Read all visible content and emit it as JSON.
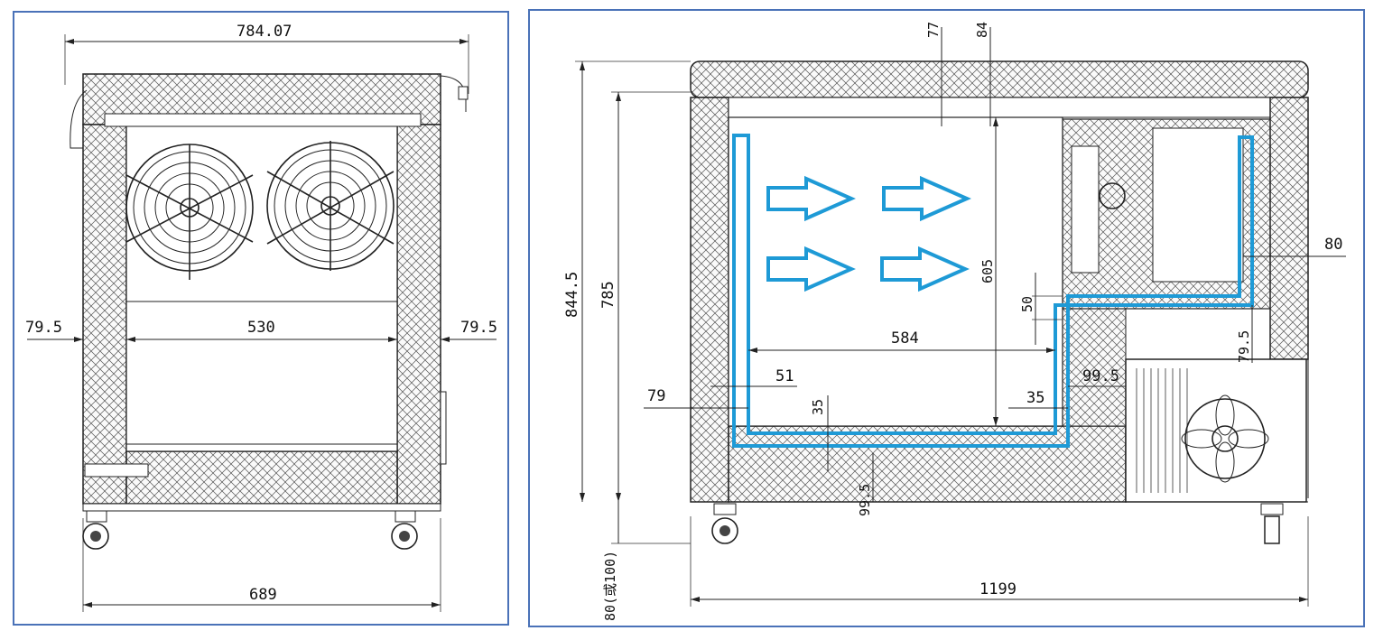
{
  "front_view": {
    "dimensions": {
      "overall_width": "784.07",
      "left_wall": "79.5",
      "inner_width": "530",
      "right_wall": "79.5",
      "base_width": "689"
    }
  },
  "side_view": {
    "dimensions": {
      "top_lid_a": "77",
      "top_lid_b": "84",
      "overall_height": "844.5",
      "body_height": "785",
      "inner_depth": "605",
      "step_height": "50",
      "inner_length": "584",
      "wall_79": "79",
      "wall_51": "51",
      "floor_35_left": "35",
      "floor_35_right": "35",
      "floor_thickness": "99.5",
      "step_wall": "99.5",
      "right_wall": "80",
      "step_79_5": "79.5",
      "caster_height": "80(或100)",
      "overall_length": "1199"
    }
  },
  "colors": {
    "panel_border": "#4a72b8",
    "airflow_arrow": "#1e9ad6",
    "liner": "#1e9ad6",
    "line": "#222222"
  },
  "icons": {
    "airflow": "arrow-right-outline-icon",
    "fan": "fan-icon",
    "caster": "caster-wheel-icon"
  }
}
